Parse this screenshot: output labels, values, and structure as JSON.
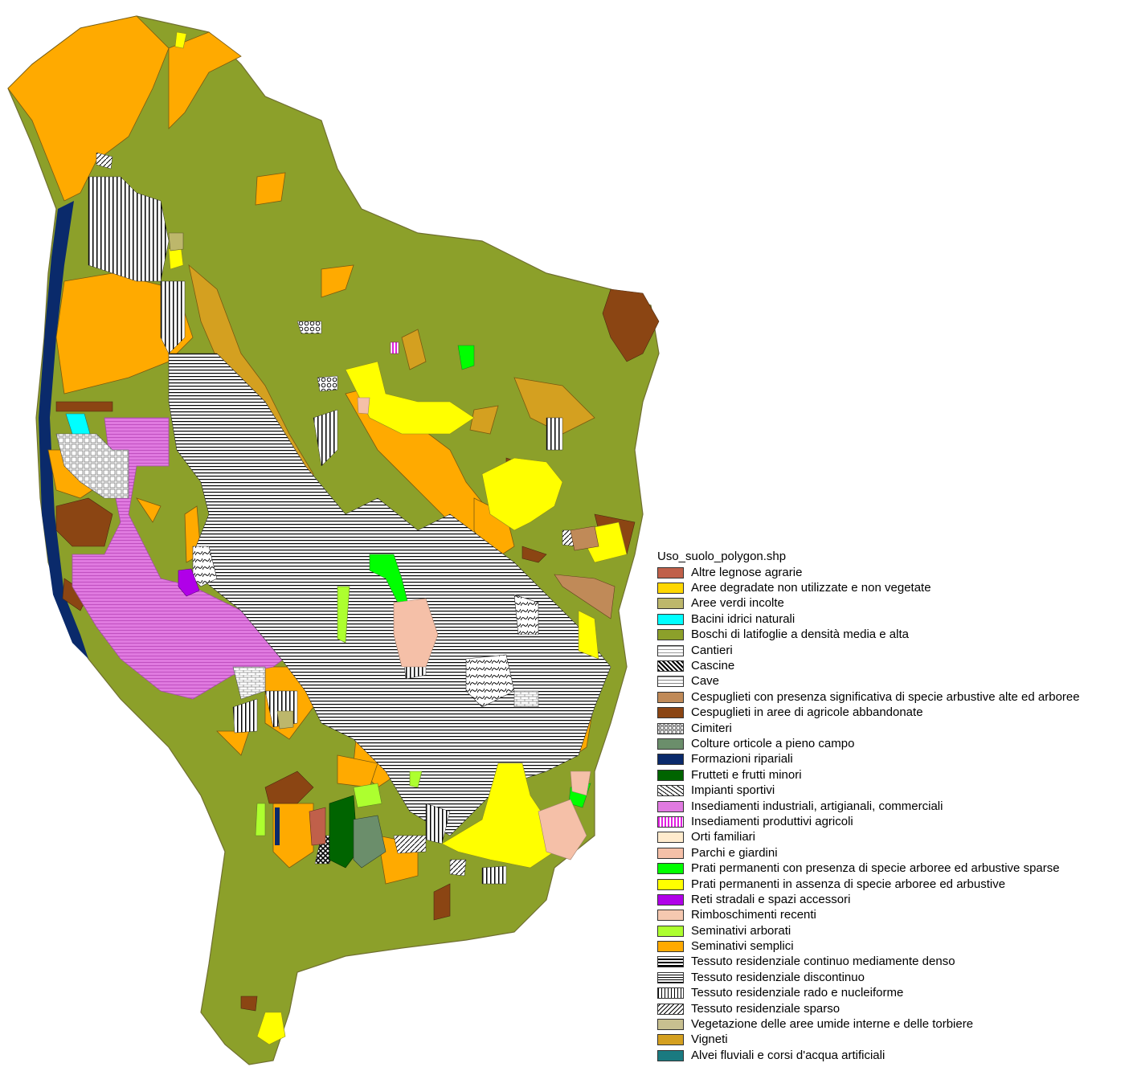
{
  "legend": {
    "title": "Uso_suolo_polygon.shp",
    "items": [
      {
        "label": "Altre legnose agrarie",
        "color": "#c0604a",
        "pattern": "solid"
      },
      {
        "label": "Aree degradate non utilizzate e non vegetate",
        "color": "#ffd700",
        "pattern": "solid"
      },
      {
        "label": "Aree verdi incolte",
        "color": "#bdb76b",
        "pattern": "solid"
      },
      {
        "label": "Bacini idrici naturali",
        "color": "#00ffff",
        "pattern": "solid"
      },
      {
        "label": "Boschi di latifoglie a densità media e alta",
        "color": "#8ca02a",
        "pattern": "solid"
      },
      {
        "label": "Cantieri",
        "color": "#ffffff",
        "pattern": "bricks"
      },
      {
        "label": "Cascine",
        "color": "#ffffff",
        "pattern": "crosshatch-dense"
      },
      {
        "label": "Cave",
        "color": "#ffffff",
        "pattern": "grid"
      },
      {
        "label": "Cespuglieti con presenza significativa di specie arbustive alte ed arboree",
        "color": "#c08a58",
        "pattern": "solid"
      },
      {
        "label": "Cespuglieti in aree di agricole abbandonate",
        "color": "#8b4513",
        "pattern": "solid"
      },
      {
        "label": "Cimiteri",
        "color": "#ffffff",
        "pattern": "circles"
      },
      {
        "label": "Colture orticole a pieno campo",
        "color": "#6b8e6b",
        "pattern": "solid"
      },
      {
        "label": "Formazioni ripariali",
        "color": "#0a2a6b",
        "pattern": "solid"
      },
      {
        "label": "Frutteti e frutti minori",
        "color": "#006400",
        "pattern": "solid"
      },
      {
        "label": "Impianti sportivi",
        "color": "#ffffff",
        "pattern": "diagonal-wave"
      },
      {
        "label": "Insediamenti industriali, artigianali, commerciali",
        "color": "#e07ae0",
        "pattern": "solid"
      },
      {
        "label": "Insediamenti produttivi agricoli",
        "color": "#e020e0",
        "pattern": "vertical-stripes"
      },
      {
        "label": "Orti familiari",
        "color": "#ffebcd",
        "pattern": "solid"
      },
      {
        "label": "Parchi e giardini",
        "color": "#f5c0a8",
        "pattern": "solid"
      },
      {
        "label": "Prati permanenti con presenza di specie arboree ed arbustive sparse",
        "color": "#00ff00",
        "pattern": "solid"
      },
      {
        "label": "Prati permanenti in assenza di specie arboree ed arbustive",
        "color": "#ffff00",
        "pattern": "solid"
      },
      {
        "label": "Reti stradali e spazi accessori",
        "color": "#b000e8",
        "pattern": "solid"
      },
      {
        "label": "Rimboschimenti recenti",
        "color": "#f5c8b0",
        "pattern": "solid"
      },
      {
        "label": "Seminativi arborati",
        "color": "#adff2f",
        "pattern": "solid"
      },
      {
        "label": "Seminativi semplici",
        "color": "#ffaa00",
        "pattern": "solid"
      },
      {
        "label": "Tessuto residenziale continuo mediamente denso",
        "color": "#000000",
        "pattern": "horizontal-thick"
      },
      {
        "label": "Tessuto residenziale discontinuo",
        "color": "#000000",
        "pattern": "horizontal-thin"
      },
      {
        "label": "Tessuto residenziale rado e nucleiforme",
        "color": "#000000",
        "pattern": "vertical-thin"
      },
      {
        "label": "Tessuto residenziale sparso",
        "color": "#000000",
        "pattern": "diagonal"
      },
      {
        "label": "Vegetazione delle aree umide interne e delle torbiere",
        "color": "#c8c090",
        "pattern": "solid"
      },
      {
        "label": "Vigneti",
        "color": "#d4a020",
        "pattern": "solid"
      },
      {
        "label": "Alvei fluviali e corsi d'acqua artificiali",
        "color": "#1a7a80",
        "pattern": "solid"
      }
    ]
  }
}
